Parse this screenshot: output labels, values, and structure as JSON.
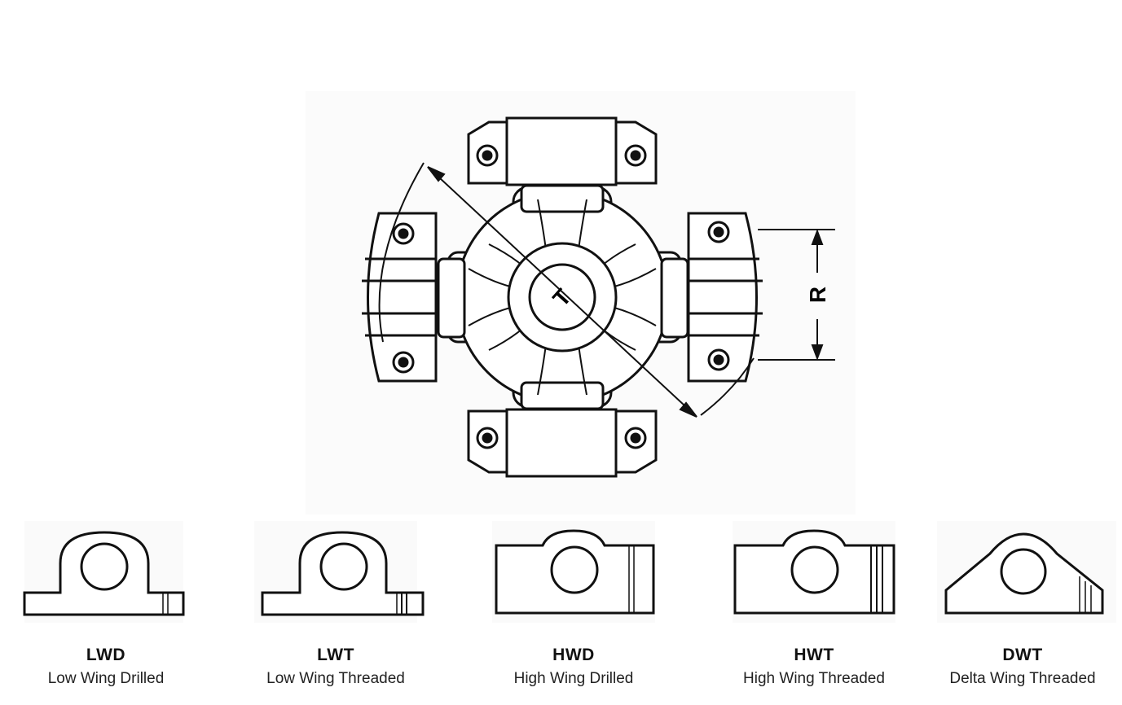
{
  "main_diagram": {
    "dimension_labels": {
      "diameter": "T",
      "radius": "R"
    }
  },
  "variants": [
    {
      "code": "LWD",
      "description": "Low Wing Drilled"
    },
    {
      "code": "LWT",
      "description": "Low Wing Threaded"
    },
    {
      "code": "HWD",
      "description": "High Wing Drilled"
    },
    {
      "code": "HWT",
      "description": "High Wing Threaded"
    },
    {
      "code": "DWT",
      "description": "Delta Wing Threaded"
    }
  ]
}
